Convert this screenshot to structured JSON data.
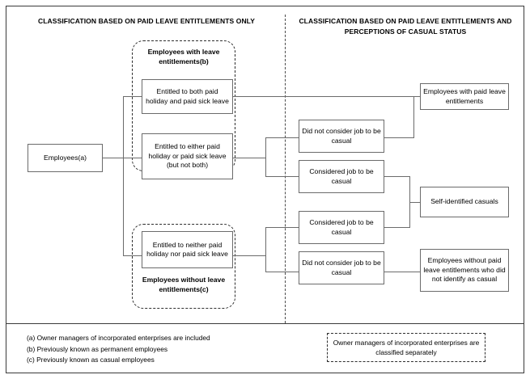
{
  "headings": {
    "left": "CLASSIFICATION BASED ON PAID LEAVE ENTITLEMENTS ONLY",
    "right": "CLASSIFICATION BASED ON PAID LEAVE ENTITLEMENTS AND PERCEPTIONS OF CASUAL STATUS"
  },
  "groups": {
    "with_leave_label": "Employees with leave entitlements(b)",
    "without_leave_label": "Employees without leave entitlements(c)"
  },
  "nodes": {
    "root": "Employees(a)",
    "both": "Entitled to both paid holiday and paid sick leave",
    "either": "Entitled to either paid holiday or paid sick leave (but not both)",
    "neither": "Entitled to neither paid holiday nor paid sick leave",
    "either_not_casual": "Did not consider job to be casual",
    "either_casual": "Considered job to be casual",
    "neither_casual": "Considered job to be casual",
    "neither_not_casual": "Did not consider job to be casual",
    "out_with_paid_leave": "Employees with paid leave entitlements",
    "out_self_identified": "Self-identified casuals",
    "out_without_paid_leave": "Employees without paid leave entitlements who did not identify as casual"
  },
  "footnotes": [
    "(a) Owner managers of incorporated enterprises are included",
    "(b) Previously known as permanent employees",
    "(c) Previously known as casual employees"
  ],
  "note": "Owner managers of incorporated enterprises are classified separately",
  "colors": {
    "frame": "#3a3a3a",
    "box_border": "#6b6b6b",
    "dashed": "#2e2e2e",
    "connector": "#6b6b6b",
    "text": "#000000",
    "background": "#ffffff"
  }
}
